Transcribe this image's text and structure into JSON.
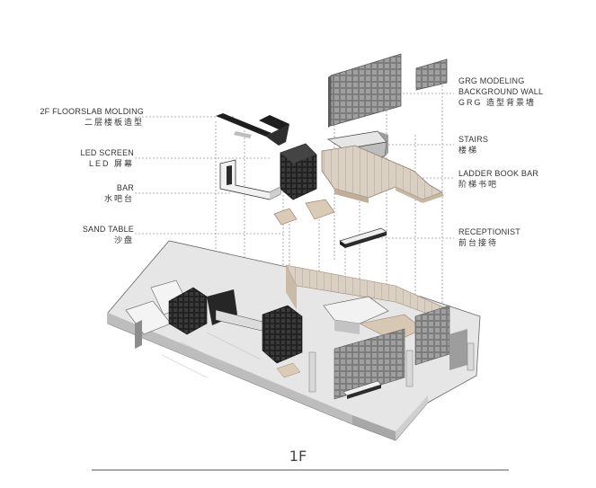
{
  "labels": {
    "floorslab": {
      "en": "2F FLOORSLAB MOLDING",
      "zh": "二层楼板造型"
    },
    "led": {
      "en": "LED SCREEN",
      "zh": "LED 屏幕"
    },
    "bar": {
      "en": "BAR",
      "zh": "水吧台"
    },
    "sand": {
      "en": "SAND TABLE",
      "zh": "沙盘"
    },
    "grg": {
      "en1": "GRG MODELING",
      "en2": "BACKGROUND WALL",
      "zh": "GRG 造型背景墙"
    },
    "stairs": {
      "en": "STAIRS",
      "zh": "楼梯"
    },
    "ladder": {
      "en": "LADDER BOOK BAR",
      "zh": "阶梯书吧"
    },
    "reception": {
      "en": "RECEPTIONIST",
      "zh": "前台接待"
    }
  },
  "floor_label": "1F",
  "colors": {
    "ink": "#333333",
    "dark": "#2b2b2b",
    "wall": "#8e8e8e",
    "wood": "#d8cbb8",
    "floor": "#e4e4e4",
    "leader": "#9a9a9a"
  }
}
